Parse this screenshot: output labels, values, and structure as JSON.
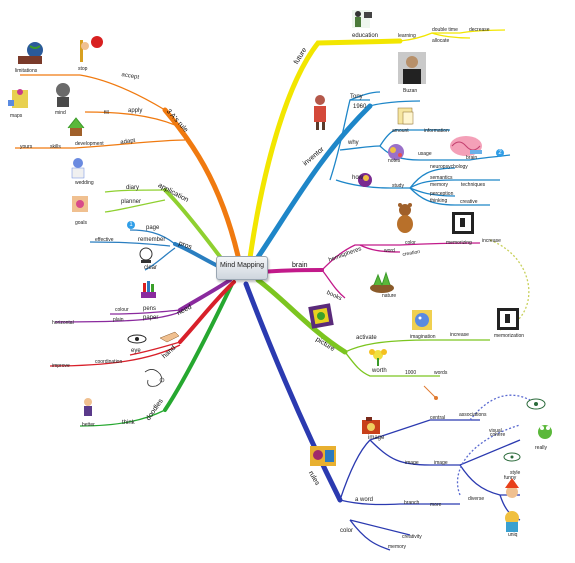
{
  "center": {
    "title": "Mind Mapping"
  },
  "branches": {
    "future": "future",
    "inventor": "inventor",
    "brain": "brain",
    "picture": "picture",
    "rules": "rules",
    "doodles": "doodles",
    "hand": "hand",
    "need": "need",
    "pros": "pros",
    "application": "application",
    "threeA": "3 A's rule"
  },
  "labels": {
    "education": "education",
    "learning": "learning",
    "doubleTime": "double time",
    "allocate": "allocate",
    "decrease": "decrease",
    "tony": "Tony",
    "year1960": "1960",
    "buzan": "Buzan",
    "why": "why",
    "amount": "amount",
    "information": "information",
    "usage": "usage",
    "brainLbl": "brain",
    "notes": "notes",
    "how": "how",
    "study": "study",
    "neuropsychology": "neuropsychology",
    "semantics": "semantics",
    "memory": "memory",
    "techniques": "techniques",
    "perception": "perception",
    "thinking": "thinking",
    "creative": "creative",
    "hemispheres": "hemispheres",
    "color": "color",
    "memorizing": "memorizing",
    "increase1": "increase",
    "word": "word",
    "creation": "creation",
    "books": "books",
    "nature": "nature",
    "activate": "activate",
    "imagination": "imagination",
    "increase2": "increase",
    "memorization": "memorization",
    "worth": "worth",
    "n1000": "1000",
    "words": "words",
    "central": "central",
    "associations": "associations",
    "image1": "image",
    "image2": "image",
    "image3": "image",
    "aWord": "a word",
    "branch": "branch",
    "more": "more",
    "color2": "color",
    "creativity": "creativity",
    "memory2": "memory",
    "visual": "visual",
    "cohere": "cohere",
    "style": "style",
    "funny": "funny",
    "diverse": "diverse",
    "uniq": "uniq",
    "really": "really",
    "accept": "accept",
    "limitations": "limitations",
    "stop": "stop",
    "apply": "apply",
    "maps": "maps",
    "mind": "mind",
    "fill": "fill",
    "adapt": "adapt",
    "yours": "yours",
    "skills": "skills",
    "development": "development",
    "diary": "diary",
    "planner": "planner",
    "wedding": "wedding",
    "goals": "goals",
    "page": "page",
    "effective": "effective",
    "remember": "remember",
    "clear": "clear",
    "colour": "colour",
    "pens": "pens",
    "horizontal": "horizontal",
    "plain": "plain",
    "paper": "paper",
    "eye": "eye",
    "improve": "improve",
    "coordination": "coordination",
    "better": "better",
    "think": "think"
  },
  "badges": {
    "one": "1",
    "two": "2"
  },
  "colors": {
    "future": "#f2e600",
    "inventor": "#1e86c8",
    "brain": "#c21a8a",
    "picture": "#7cc520",
    "rules": "#2b3ab0",
    "doodles": "#26a830",
    "hand": "#d8202a",
    "need": "#8a2a9e",
    "pros": "#2a7ec0",
    "application": "#8fd030",
    "threeA": "#f07a10",
    "rulesDash": "#5a6ad0"
  },
  "icons": [
    "teacher-icon",
    "buzan-photo-icon",
    "inventor-icon",
    "papers-icon",
    "brain-icon",
    "gears-head-icon",
    "teddy-bear-icon",
    "phone-memory-icon",
    "nature-icon",
    "frame-picture-icon",
    "imagination-face-icon",
    "memory-card-icon",
    "flower-icon",
    "key-icon",
    "camera-icon",
    "image-icon",
    "eye-cat-icon",
    "frog-icon",
    "bird-icon",
    "joker-icon",
    "chameleon-icon",
    "world-icon",
    "stop-sign-icon",
    "map-figure-icon",
    "mind-head-icon",
    "growth-icon",
    "wedding-icon",
    "goals-icon",
    "crystal-ball-icon",
    "pens-icon",
    "eye-icon",
    "hand-icon",
    "doodle-icon",
    "thinker-icon"
  ]
}
